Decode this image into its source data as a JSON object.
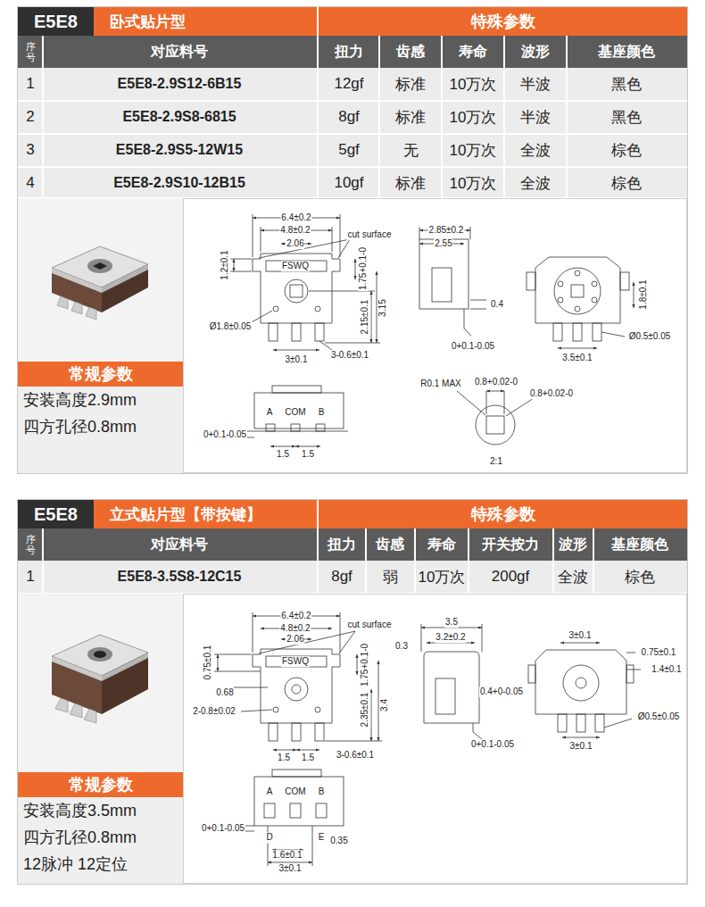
{
  "diagram": {
    "nodes": [
      {
        "text": [
          "E5E8"
        ]
      },
      {
        "text": [
          "卧式贴片型"
        ]
      },
      {
        "text": [
          "特殊参数"
        ]
      },
      {
        "text": [
          "常规参数",
          "安装高度2.9mm",
          "四方孔径0.8mm"
        ]
      },
      {
        "text": [
          "E5E8"
        ]
      },
      {
        "text": [
          "立式贴片型【带按键】"
        ]
      },
      {
        "text": [
          "特殊参数"
        ]
      },
      {
        "text": [
          "常规参数",
          "安装高度3.5mm",
          "四方孔径0.8mm",
          "12脉冲 12定位"
        ]
      }
    ],
    "labels": [
      "序号",
      "对应料号",
      "扭力",
      "齿感",
      "寿命",
      "波形",
      "基座颜色",
      "1",
      "E5E8-2.9S12-6B15",
      "12gf",
      "标准",
      "10万次",
      "半波",
      "黑色",
      "2",
      "E5E8-2.9S8-6815",
      "8gf",
      "标准",
      "10万次",
      "半波",
      "黑色",
      "3",
      "E5E8-2.9S5-12W15",
      "5gf",
      "无",
      "10万次",
      "全波",
      "棕色",
      "4",
      "E5E8-2.9S10-12B15",
      "10gf",
      "标准",
      "10万次",
      "全波",
      "棕色",
      "6.4±0.2",
      "4.8±0.2",
      "2.06",
      "cut surface",
      "FSWQ",
      "1.2±0.1",
      "1.75+0.1-0",
      "2.15±0.1",
      "3.15",
      "Ø1.8±0.05",
      "3±0.1",
      "3-0.6±0.1",
      "2.85±0.2",
      "2.55",
      "0.4",
      "0+0.1-0.05",
      "1.8±0.1",
      "Ø0.5±0.05",
      "3.5±0.1",
      "A",
      "COM",
      "B",
      "0+0.1-0.05",
      "1.5",
      "1.5",
      "R0.1 MAX",
      "0.8+0.02-0",
      "0.8+0.02-0",
      "2:1",
      "序号",
      "对应料号",
      "扭力",
      "齿感",
      "寿命",
      "开关按力",
      "波形",
      "基座颜色",
      "1",
      "E5E8-3.5S8-12C15",
      "8gf",
      "弱",
      "10万次",
      "200gf",
      "全波",
      "棕色",
      "6.4±0.2",
      "4.8±0.2",
      "2.06",
      "cut surface",
      "FSWQ",
      "0.75±0.1",
      "0.68",
      "1.75+0.1-0",
      "2-0.8±0.02",
      "2.35±0.1",
      "3.4",
      "1.5",
      "1.5",
      "3-0.6±0.1",
      "3.5",
      "0.3",
      "3.2±0.2",
      "0.4+0-0.05",
      "0+0.1-0.05",
      "3±0.1",
      "0.75±0.1",
      "1.4±0.1",
      "Ø0.5±0.05",
      "3±0.1",
      "A",
      "COM",
      "B",
      "0+0.1-0.05",
      "D",
      "E",
      "0.35",
      "1.6±0.1",
      "3±0.1"
    ]
  }
}
